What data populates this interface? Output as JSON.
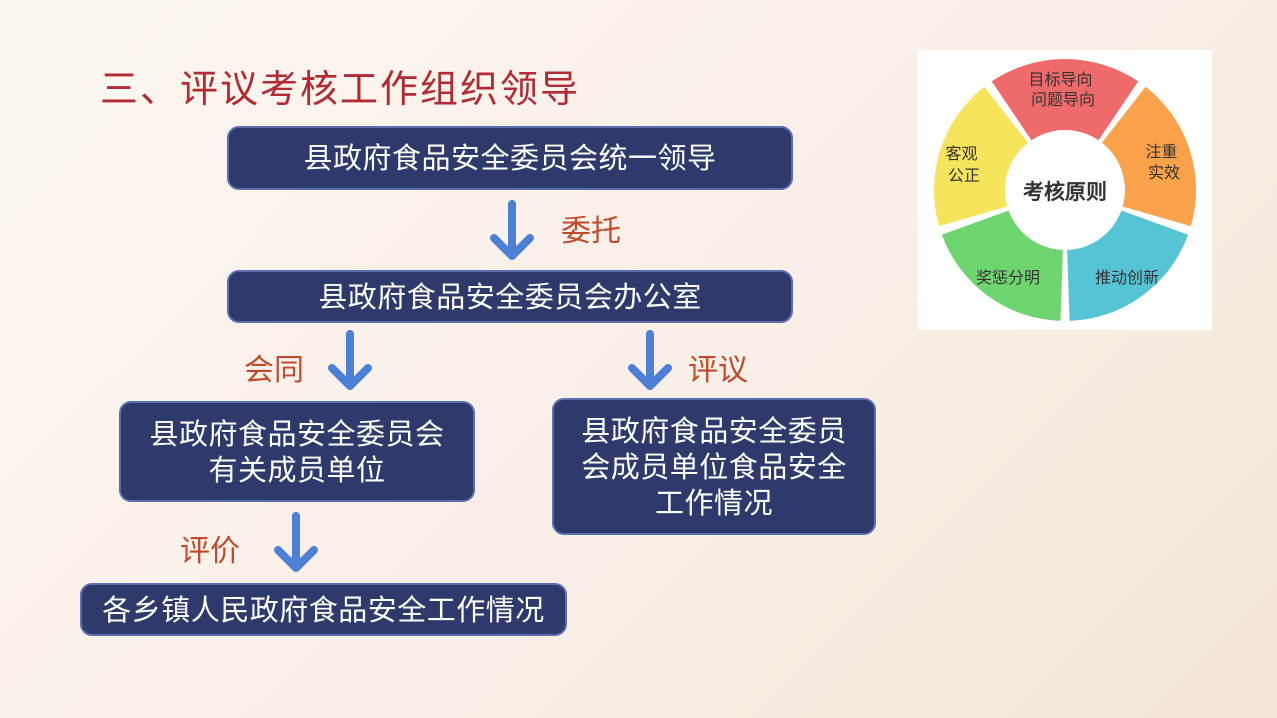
{
  "title": "三、评议考核工作组织领导",
  "flow": {
    "node1": "县政府食品安全委员会统一领导",
    "rel1": "委托",
    "node2": "县政府食品安全委员会办公室",
    "rel2": "会同",
    "rel3": "评议",
    "node3": "县政府食品安全委员会\n有关成员单位",
    "node4": "县政府食品安全委员\n会成员单位食品安全\n工作情况",
    "rel4": "评价",
    "node5": "各乡镇人民政府食品安全工作情况"
  },
  "principles": {
    "center": "考核原则",
    "segments": [
      {
        "line1": "目标导向",
        "line2": "问题导向",
        "color": "#ef6b6b"
      },
      {
        "line1": "注重",
        "line2": "实效",
        "color": "#f9a24a"
      },
      {
        "line1": "推动创新",
        "line2": "",
        "color": "#55c5d6"
      },
      {
        "line1": "奖惩分明",
        "line2": "",
        "color": "#6dd46e"
      },
      {
        "line1": "客观",
        "line2": "公正",
        "color": "#f5e45c"
      }
    ]
  },
  "colors": {
    "box": "#2d3a6b",
    "relation_text": "#c1492c",
    "arrow": "#4c7fd6",
    "title": "#b22a33"
  }
}
